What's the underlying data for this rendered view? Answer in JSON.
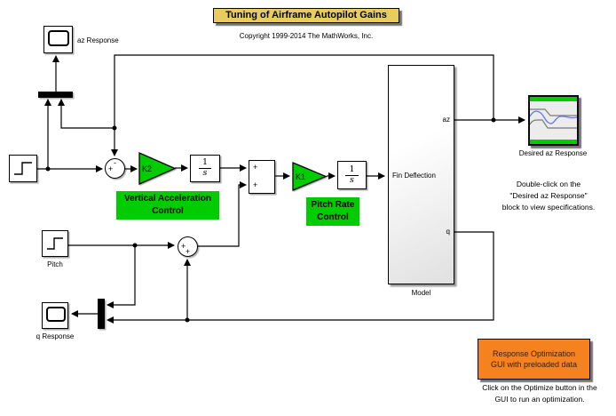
{
  "title": "Tuning of Airframe Autopilot Gains",
  "copyright": "Copyright 1999-2014 The MathWorks, Inc.",
  "colors": {
    "green": "#00cc00",
    "yellow": "#e8cc5f",
    "orange": "#f6821f",
    "wire": "#000000"
  },
  "labels": {
    "az_scope": "az Response",
    "pitch": "Pitch",
    "q_scope": "q Response",
    "model": "Model",
    "desired_scope": "Desired az Response"
  },
  "gains": {
    "k2": "K2",
    "k1": "K1"
  },
  "integrator": {
    "num": "1",
    "den": "s"
  },
  "sums": {
    "sum1_left": "+",
    "sum1_top": "-",
    "sum2_in1": "+",
    "sum2_in2": "+",
    "sum3_left": "+",
    "sum3_bottom": "+"
  },
  "ports": {
    "az": "az",
    "fin_deflection": "Fin Deflection",
    "q": "q"
  },
  "green_labels": {
    "vertical_acceleration": {
      "line1": "Vertical Acceleration",
      "line2": "Control"
    },
    "pitch_rate": {
      "line1": "Pitch Rate",
      "line2": "Control"
    }
  },
  "orange_block": {
    "line1": "Response Optimization",
    "line2": "GUI with preloaded data"
  },
  "annotations": {
    "desired_note": {
      "line1": "Double-click on the",
      "line2": "\"Desired az Response\"",
      "line3": "block to view specifications."
    },
    "optimize_note": {
      "line1": "Click on the Optimize button in the",
      "line2": "GUI to run an optimization."
    }
  }
}
